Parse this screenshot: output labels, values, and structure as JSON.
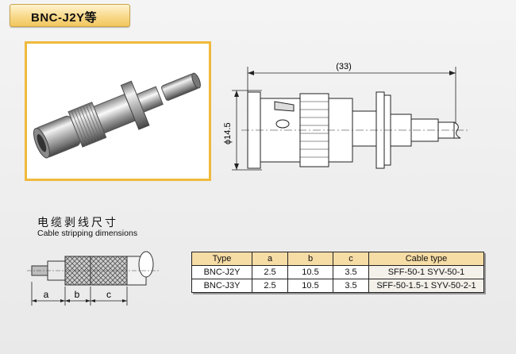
{
  "header": {
    "title": "BNC-J2Y等"
  },
  "drawing": {
    "length_label": "(33)",
    "diameter_label": "ϕ14.5"
  },
  "stripping": {
    "title_cn": "电缆剥线尺寸",
    "title_en": "Cable stripping dimensions",
    "dim_a": "a",
    "dim_b": "b",
    "dim_c": "c"
  },
  "table": {
    "headers": [
      "Type",
      "a",
      "b",
      "c",
      "Cable type"
    ],
    "rows": [
      [
        "BNC-J2Y",
        "2.5",
        "10.5",
        "3.5",
        "SFF-50-1  SYV-50-1"
      ],
      [
        "BNC-J3Y",
        "2.5",
        "10.5",
        "3.5",
        "SFF-50-1.5-1  SYV-50-2-1"
      ]
    ]
  }
}
